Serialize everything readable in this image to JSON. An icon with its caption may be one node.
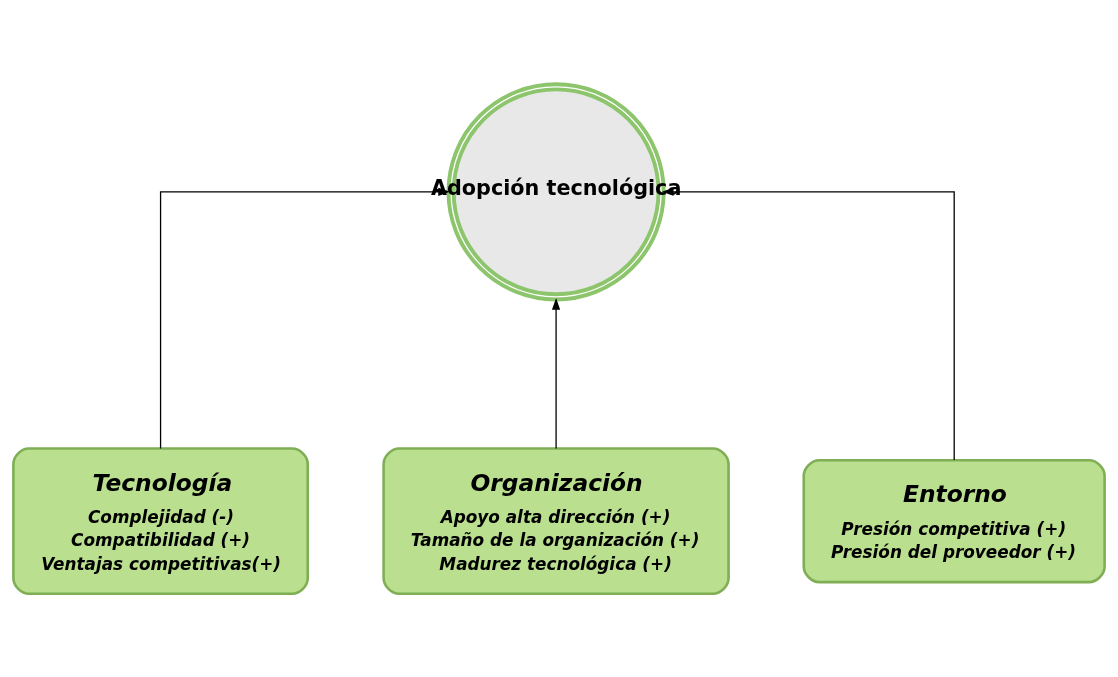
{
  "diagram": {
    "nodes": [
      {
        "text": [
          "Adopción tecnológica"
        ]
      },
      {
        "text": [
          "Tecnología",
          "Complejidad (-)",
          "Compatibilidad (+)",
          "Ventajas competitivas(+)"
        ]
      },
      {
        "text": [
          "Organización",
          "Apoyo alta dirección (+)",
          "Tamaño de la organización (+)",
          "Madurez tecnológica (+)"
        ]
      },
      {
        "text": [
          "Entorno",
          "Presión competitiva (+)",
          "Presión del proveedor (+)"
        ]
      }
    ],
    "edges": [
      {
        "from": 1,
        "to": 0,
        "arrow": "to"
      },
      {
        "from": 2,
        "to": 0,
        "arrow": "to"
      },
      {
        "from": 3,
        "to": 0,
        "arrow": "to"
      }
    ]
  }
}
